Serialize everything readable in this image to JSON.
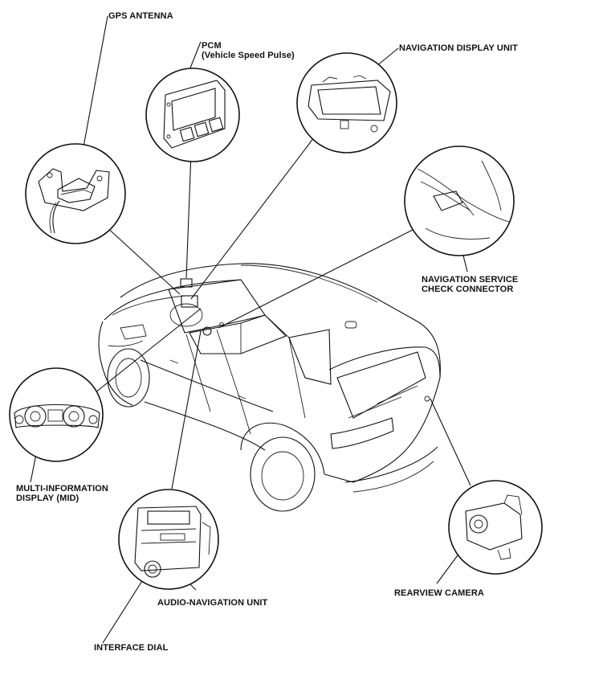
{
  "labels": {
    "gps_antenna": "GPS ANTENNA",
    "pcm_line1": "PCM",
    "pcm_line2": "(Vehicle Speed Pulse)",
    "navigation_display_unit": "NAVIGATION DISPLAY UNIT",
    "nav_service_line1": "NAVIGATION SERVICE",
    "nav_service_line2": "CHECK CONNECTOR",
    "mid_line1": "MULTI-INFORMATION",
    "mid_line2": "DISPLAY (MID)",
    "audio_navigation_unit": "AUDIO-NAVIGATION UNIT",
    "interface_dial": "INTERFACE DIAL",
    "rearview_camera": "REARVIEW CAMERA"
  }
}
